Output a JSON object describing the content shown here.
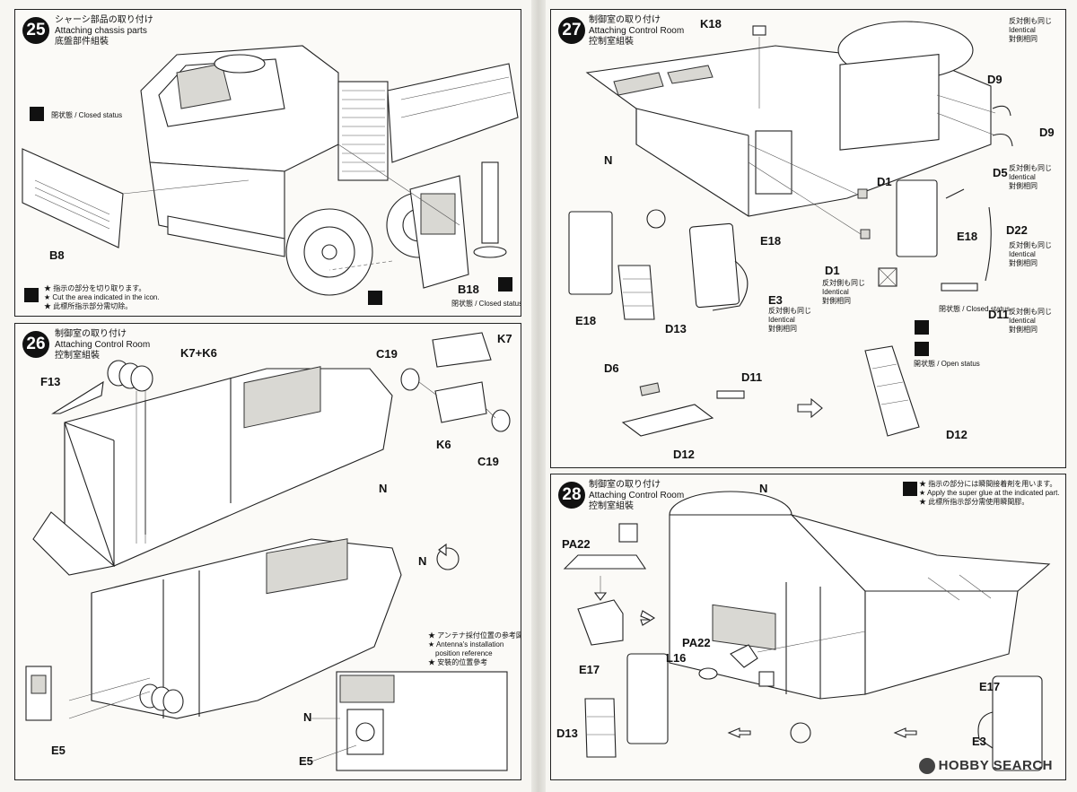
{
  "steps": {
    "s25": {
      "number": "25",
      "title_jp": "シャーシ部品の取り付け",
      "title_en": "Attaching chassis parts",
      "title_cn": "底盤部件組裝",
      "closed_status": "閉状態 / Closed status",
      "closed_status_2": "閉状態 / Closed status",
      "parts": {
        "b8": "B8",
        "b18": "B18"
      },
      "cut_note_jp": "★ 指示の部分を切り取ります。",
      "cut_note_en": "★ Cut the area indicated in the icon.",
      "cut_note_cn": "★ 此標所指示部分需切除。"
    },
    "s26": {
      "number": "26",
      "title_jp": "制御室の取り付け",
      "title_en": "Attaching Control Room",
      "title_cn": "控制室組裝",
      "parts": {
        "k7k6": "K7+K6",
        "c19a": "C19",
        "k7": "K7",
        "f13": "F13",
        "k6": "K6",
        "c19b": "C19",
        "n1": "N",
        "n2": "N",
        "n3": "N",
        "e5a": "E5",
        "e5b": "E5"
      },
      "antenna_jp": "★ アンテナ採付位置の参考図",
      "antenna_en": "★ Antenna's installation",
      "antenna_en2": "position reference",
      "antenna_cn": "★ 安裝的位置參考"
    },
    "s27": {
      "number": "27",
      "title_jp": "制御室の取り付け",
      "title_en": "Attaching Control Room",
      "title_cn": "控制室組裝",
      "parts": {
        "k18": "K18",
        "d9a": "D9",
        "d9b": "D9",
        "n": "N",
        "d5": "D5",
        "d1a": "D1",
        "e18a": "E18",
        "d22": "D22",
        "e18b": "E18",
        "d1b": "D1",
        "e3": "E3",
        "e18c": "E18",
        "d13": "D13",
        "d11a": "D11",
        "d6": "D6",
        "d11b": "D11",
        "d12a": "D12",
        "d12b": "D12"
      },
      "identical_jp": "反対側も同じ",
      "identical_en": "Identical",
      "identical_cn": "對側相同",
      "closed_status": "閉状態 / Closed status",
      "open_status": "開状態 / Open status"
    },
    "s28": {
      "number": "28",
      "title_jp": "制御室の取り付け",
      "title_en": "Attaching Control Room",
      "title_cn": "控制室組裝",
      "parts": {
        "n": "N",
        "pa22a": "PA22",
        "pa22b": "PA22",
        "l16": "L16",
        "e17a": "E17",
        "e17b": "E17",
        "d13": "D13",
        "e3": "E3"
      },
      "glue_jp": "★ 指示の部分には瞬間接着剤を用います。",
      "glue_en": "★ Apply the super glue at the indicated part.",
      "glue_cn": "★ 此標所指示部分需使用瞬間膠。"
    }
  },
  "watermark": "HOBBY SEARCH"
}
